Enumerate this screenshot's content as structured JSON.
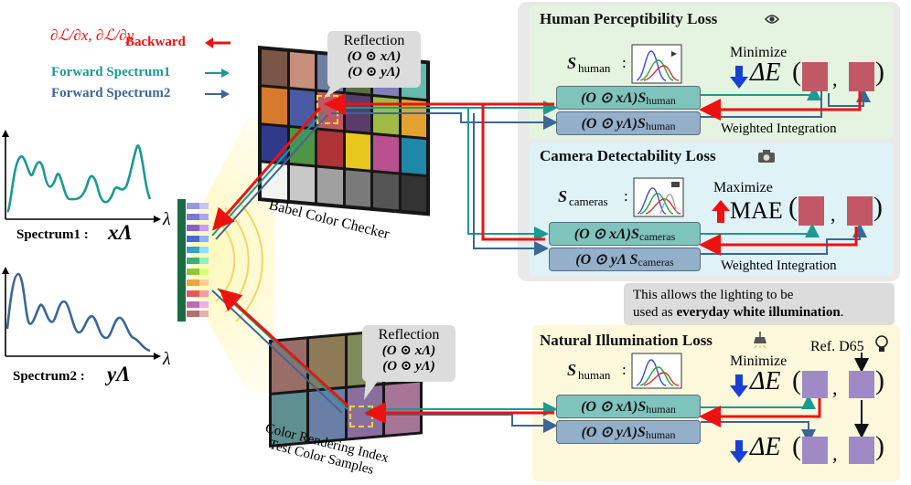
{
  "legend": {
    "derivative": "∂ℒ/∂x, ∂ℒ/∂y",
    "backward": "Backward",
    "forward1": "Forward Spectrum1",
    "forward2": "Forward Spectrum2",
    "colors": {
      "backward": "#ee1111",
      "forward1": "#1a9a90",
      "forward2": "#3d6696"
    }
  },
  "spectra": {
    "lambda": "λ",
    "spectrum1_label": "Spectrum1 : ",
    "spectrum1_symbol": "xΛ",
    "spectrum2_label": "Spectrum2 : ",
    "spectrum2_symbol": "yΛ"
  },
  "babel": {
    "label": "Babel Color Checker",
    "reflection_title": "Reflection",
    "reflection_line1": "(O ⊙ xΛ)",
    "reflection_line2": "(O ⊙ yΛ)",
    "patch_colors": [
      "#7a5646",
      "#c88f7c",
      "#6d7fa0",
      "#5e6d45",
      "#7e81b6",
      "#65b9ae",
      "#d67a2e",
      "#4b5ba3",
      "#c1575f",
      "#5a3c6a",
      "#9fba45",
      "#e2a22f",
      "#2f3b8a",
      "#4f9548",
      "#ae3437",
      "#e8c81f",
      "#b9508f",
      "#1f87a8",
      "#f3f3f0",
      "#c8c8c8",
      "#a0a0a0",
      "#7a7a7a",
      "#555555",
      "#333333"
    ]
  },
  "cri": {
    "label_line1": "Color Rendering Index",
    "label_line2": "Test Color Samples",
    "reflection_title": "Reflection",
    "reflection_line1": "(O ⊙ xΛ)",
    "reflection_line2": "(O ⊙ yΛ)",
    "patch_colors": [
      "#9a6e68",
      "#8e7a57",
      "#7f8a5a",
      "#5a8a66",
      "#5f8f90",
      "#6a7fa6",
      "#8a6f9e",
      "#a67596"
    ]
  },
  "human": {
    "title": "Human Perceptibility Loss",
    "icon": "eye-icon",
    "s_label": "S",
    "s_sub": "human",
    "colon": ":",
    "minimize": "Minimize",
    "delta": "ΔE",
    "eq1": "(O ⊙ xΛ)S",
    "eq1_sub": "human",
    "eq2": "(O ⊙ yΛ)S",
    "eq2_sub": "human",
    "weighted": "Weighted Integration",
    "bg": "#e4f4e0"
  },
  "camera": {
    "title": "Camera Detectability Loss",
    "icon": "camera-icon",
    "s_label": "S",
    "s_sub": "cameras",
    "colon": ":",
    "maximize": "Maximize",
    "mae": "MAE",
    "eq1": "(O ⊙ xΛ)S",
    "eq1_sub": "cameras",
    "eq2": "(O ⊙ yΛ  S",
    "eq2_sub": "cameras",
    "weighted": "Weighted Integration",
    "bg": "#dff2f6"
  },
  "note": {
    "line1": "This allows the lighting to be",
    "line2_plain": "used as ",
    "line2_bold": "everyday white illumination",
    "line2_end": "."
  },
  "natural": {
    "title": "Natural Illumination Loss",
    "icon": "lamp-icon",
    "ref": "Ref. D65",
    "ref_icon": "lightbulb-icon",
    "s_label": "S",
    "s_sub": "human",
    "colon": ":",
    "minimize": "Minimize",
    "delta": "ΔE",
    "delta2": "ΔE",
    "eq1": "(O ⊙ xΛ)S",
    "eq1_sub": "human",
    "eq2": "(O ⊙ yΛ)S",
    "eq2_sub": "human",
    "bg": "#fbf8dc"
  },
  "comma": ","
}
